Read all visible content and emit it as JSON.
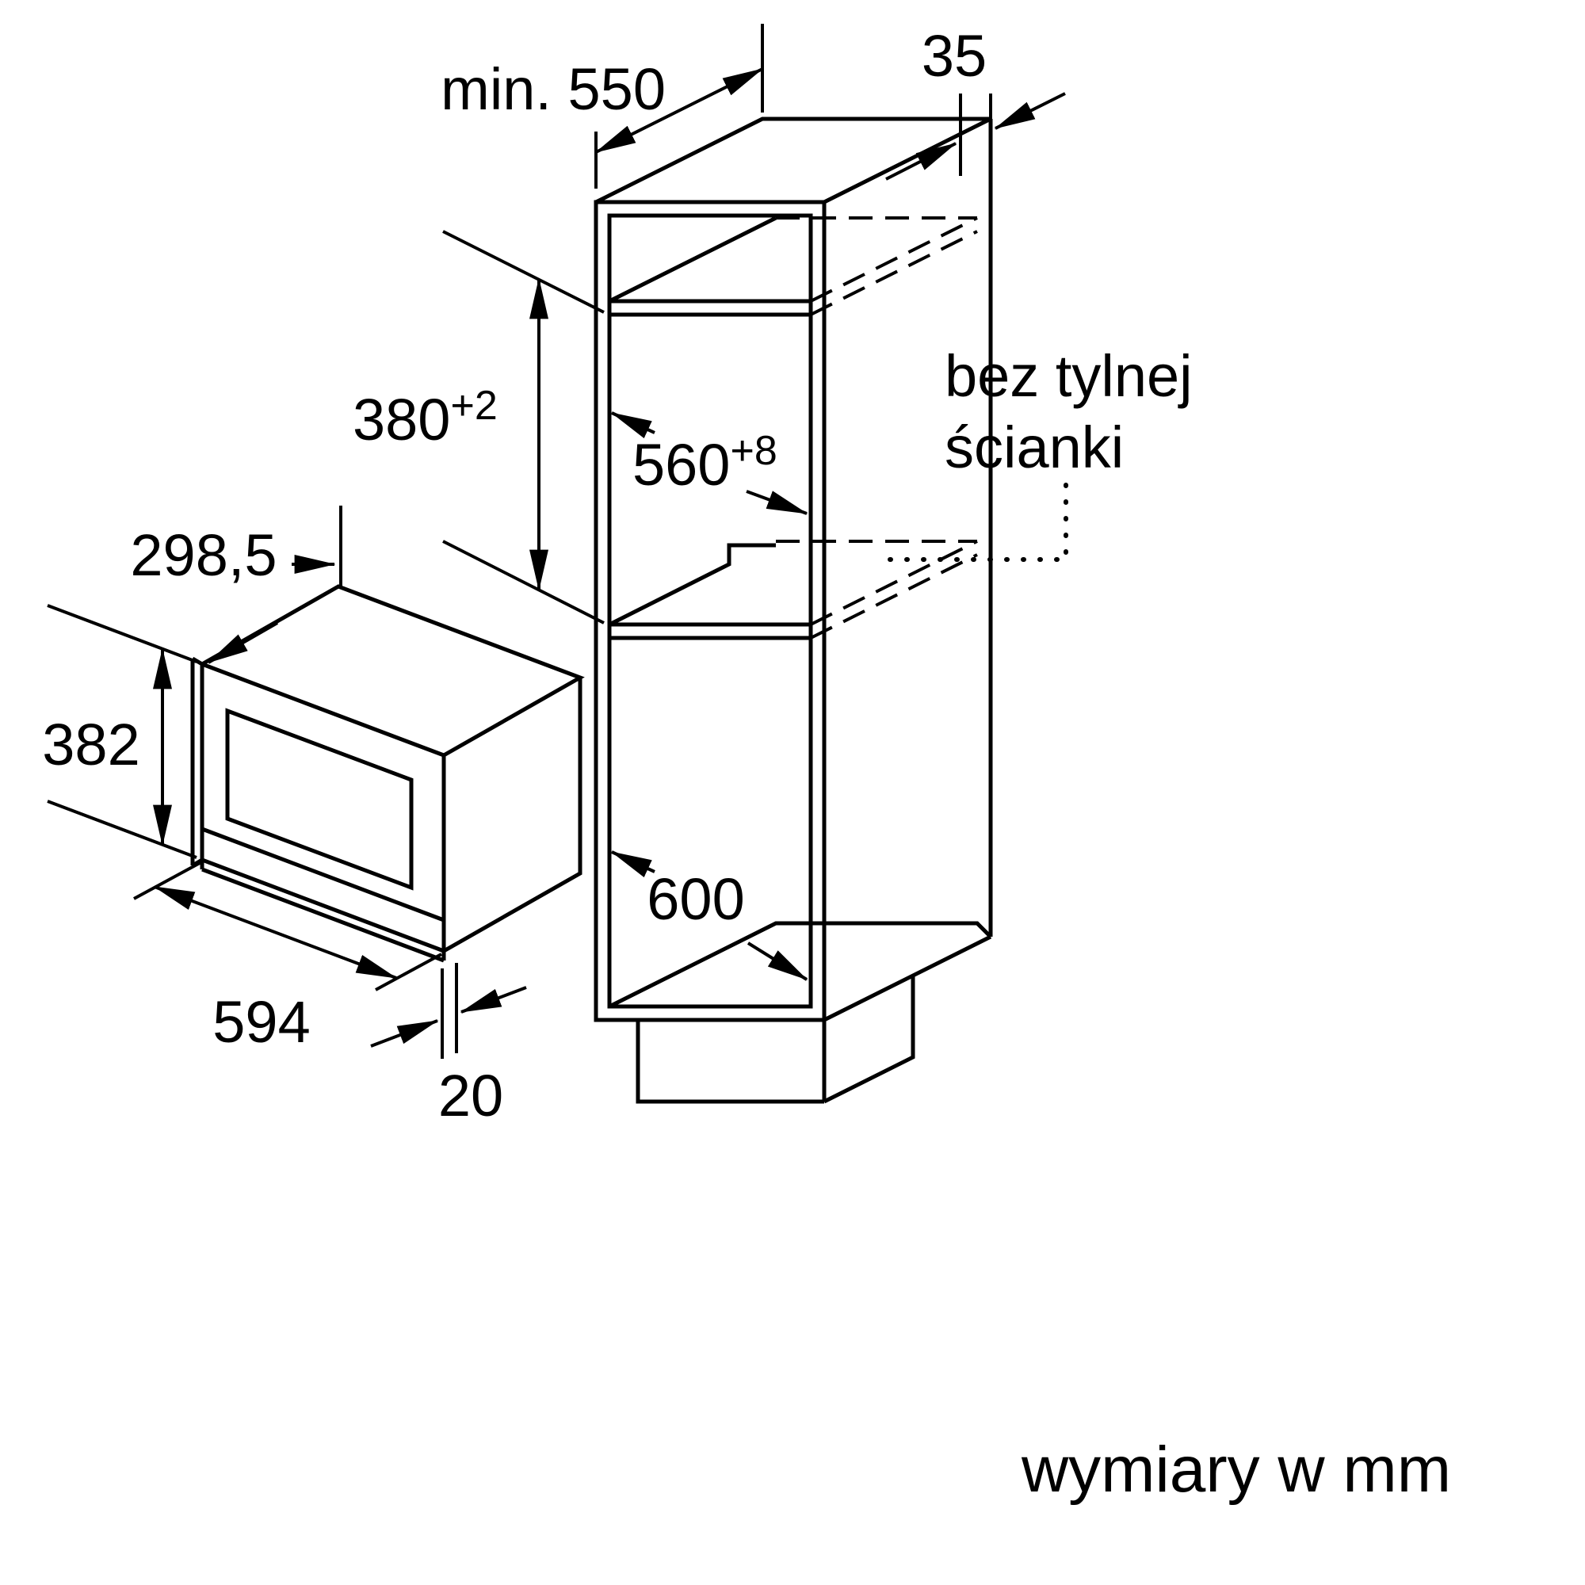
{
  "drawing": {
    "dim_min_depth": "min. 550",
    "dim_top_gap": "35",
    "dim_niche_height": {
      "value": "380",
      "tolerance": "+2"
    },
    "dim_niche_width": {
      "value": "560",
      "tolerance": "+8"
    },
    "dim_mw_depth": "298,5",
    "dim_mw_height": "382",
    "dim_mw_width": "594",
    "dim_door_offset": "20",
    "dim_lower_niche": "600",
    "note_no_back_wall_line1": "bez tylnej",
    "note_no_back_wall_line2": "ścianki",
    "note_units": "wymiary w mm"
  }
}
